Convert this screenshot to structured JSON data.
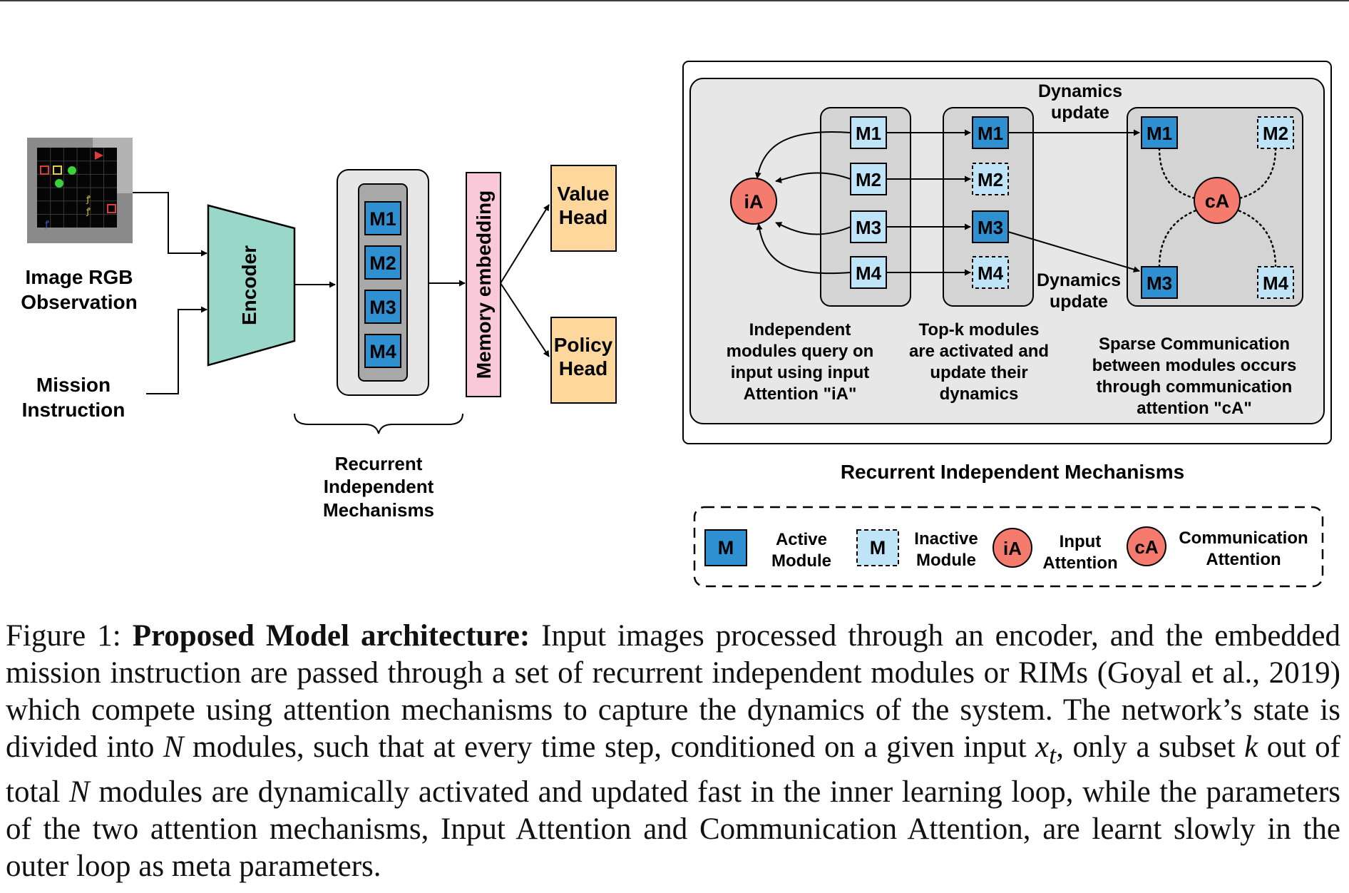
{
  "left": {
    "image_label": [
      "Image RGB",
      "Observation"
    ],
    "mission_label": [
      "Mission",
      "Instruction"
    ],
    "encoder_label": "Encoder",
    "modules": [
      "M1",
      "M2",
      "M3",
      "M4"
    ],
    "memory_label": "Memory embedding",
    "value_head": [
      "Value",
      "Head"
    ],
    "policy_head": [
      "Policy",
      "Head"
    ],
    "rim_label": [
      "Recurrent",
      "Independent",
      "Mechanisms"
    ]
  },
  "right": {
    "title": "Recurrent Independent Mechanisms",
    "dynamics_top": [
      "Dynamics",
      "update"
    ],
    "dynamics_bottom": [
      "Dynamics",
      "update"
    ],
    "ia_label": "iA",
    "ca_label": "cA",
    "col1_modules": [
      "M1",
      "M2",
      "M3",
      "M4"
    ],
    "col2_modules": [
      "M1",
      "M2",
      "M3",
      "M4"
    ],
    "col3_modules": [
      "M1",
      "M2",
      "M3",
      "M4"
    ],
    "desc1": [
      "Independent",
      "modules query on",
      "input using input",
      "Attention \"iA\""
    ],
    "desc2": [
      "Top-k modules",
      "are activated and",
      "update their",
      "dynamics"
    ],
    "desc3": [
      "Sparse Communication",
      "between modules occurs",
      "through communication",
      "attention \"cA\""
    ]
  },
  "legend": {
    "active_symbol": "M",
    "active_label": [
      "Active",
      "Module"
    ],
    "inactive_symbol": "M",
    "inactive_label": [
      "Inactive",
      "Module"
    ],
    "ia_symbol": "iA",
    "ia_label": [
      "Input",
      "Attention"
    ],
    "ca_symbol": "cA",
    "ca_label": [
      "Communication",
      "Attention"
    ]
  },
  "caption": {
    "prefix": "Figure 1: ",
    "bold": "Proposed Model architecture:",
    "part1": " Input images processed through an encoder, and the embedded mission instruction are passed through a set of recurrent independent modules or RIMs (Goyal et al., 2019) which compete using attention mechanisms to capture the dynamics of the system. The network’s state is divided into ",
    "N1": "N",
    "part2": " modules, such that at every time step, conditioned on a given input ",
    "x": "x",
    "t": "t",
    "part3": ", only a subset ",
    "k": "k",
    "part4": " out of total ",
    "N2": "N",
    "part5": " modules are dynamically activated and updated fast in the inner learning loop, while the parameters of the two attention mechanisms, Input Attention and Communication Attention, are learnt slowly in the outer loop as meta parameters."
  },
  "colors": {
    "active_module": "#2e8fd1",
    "inactive_module": "#bfe3f7",
    "attention_circle": "#f47b6e",
    "encoder": "#99d8c9",
    "memory": "#f9c9d9",
    "heads": "#fdd79c",
    "panel_gray": "#d4d4d4",
    "panel_light": "#e7e7e7"
  }
}
